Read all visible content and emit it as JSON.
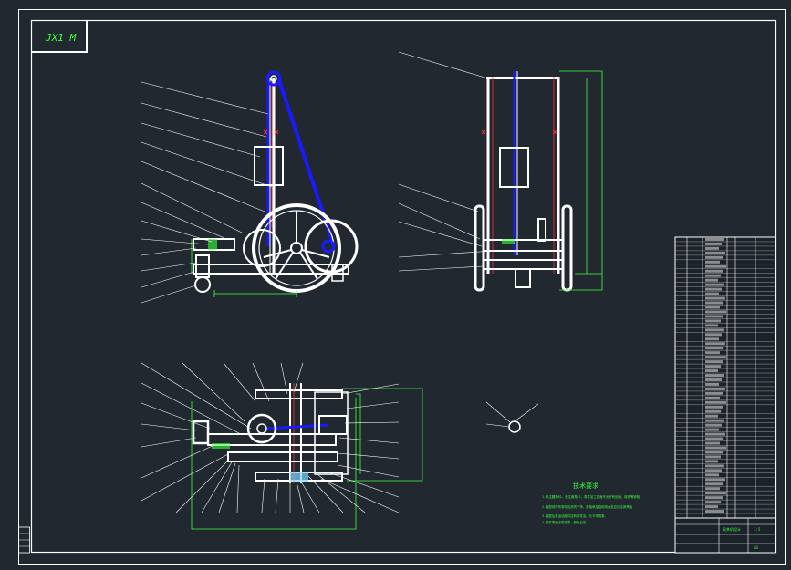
{
  "drawing": {
    "code": "JX1 M",
    "colors": {
      "background": "#212830",
      "lines": "#ffffff",
      "dimension": "#3cff3c",
      "chain": "#1a1aff",
      "shaft": "#ff3030"
    }
  },
  "notes": {
    "title": "技术要求",
    "lines": [
      "1.未注圆角R2，未注倒角C1，零件加工表面不允许有划痕、碰伤等缺陷",
      "2.装配前所有零件应清洗干净，各轴承及齿轮啮合处应加注润滑脂",
      "3.装配后各运动部件应转动灵活、无卡滞现象。",
      "4.零件表面涂防锈漆，颜色自定。"
    ]
  },
  "title_block": {
    "title": "采茶机设计",
    "scale": "1:5",
    "sheet": "A0"
  },
  "bom": {
    "rows": 62
  }
}
